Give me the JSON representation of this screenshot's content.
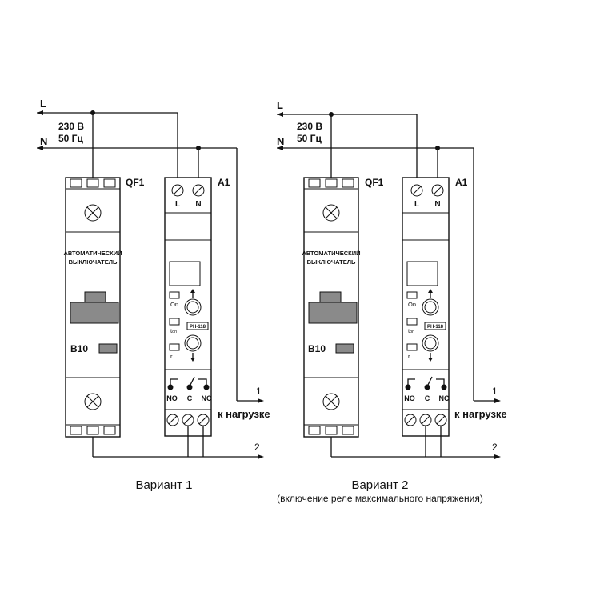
{
  "variants": [
    {
      "supply": {
        "phase": "L",
        "neutral": "N",
        "voltage": "230 В",
        "frequency": "50 Гц"
      },
      "breaker": {
        "ref": "QF1",
        "title_line1": "АВТОМАТИЧЕСКИЙ",
        "title_line2": "ВЫКЛЮЧАТЕЛЬ",
        "rating": "B10"
      },
      "relay": {
        "ref": "A1",
        "term_l": "L",
        "term_n": "N",
        "btn_on": "On",
        "btn_ton": "t",
        "btn_ton_sub": "on",
        "btn_r": "r",
        "model": "РН-118",
        "contact_no": "NO",
        "contact_c": "C",
        "contact_nc": "NC"
      },
      "outputs": {
        "out1": "1",
        "out2": "2",
        "load": "к нагрузке"
      },
      "caption": "Вариант 1",
      "subcaption": ""
    },
    {
      "supply": {
        "phase": "L",
        "neutral": "N",
        "voltage": "230 В",
        "frequency": "50 Гц"
      },
      "breaker": {
        "ref": "QF1",
        "title_line1": "АВТОМАТИЧЕСКИЙ",
        "title_line2": "ВЫКЛЮЧАТЕЛЬ",
        "rating": "B10"
      },
      "relay": {
        "ref": "A1",
        "term_l": "L",
        "term_n": "N",
        "btn_on": "On",
        "btn_ton": "t",
        "btn_ton_sub": "on",
        "btn_r": "r",
        "model": "РН-118",
        "contact_no": "NO",
        "contact_c": "C",
        "contact_nc": "NC"
      },
      "outputs": {
        "out1": "1",
        "out2": "2",
        "load": "к нагрузке"
      },
      "caption": "Вариант 2",
      "subcaption": "(включение реле максимального напряжения)"
    }
  ]
}
